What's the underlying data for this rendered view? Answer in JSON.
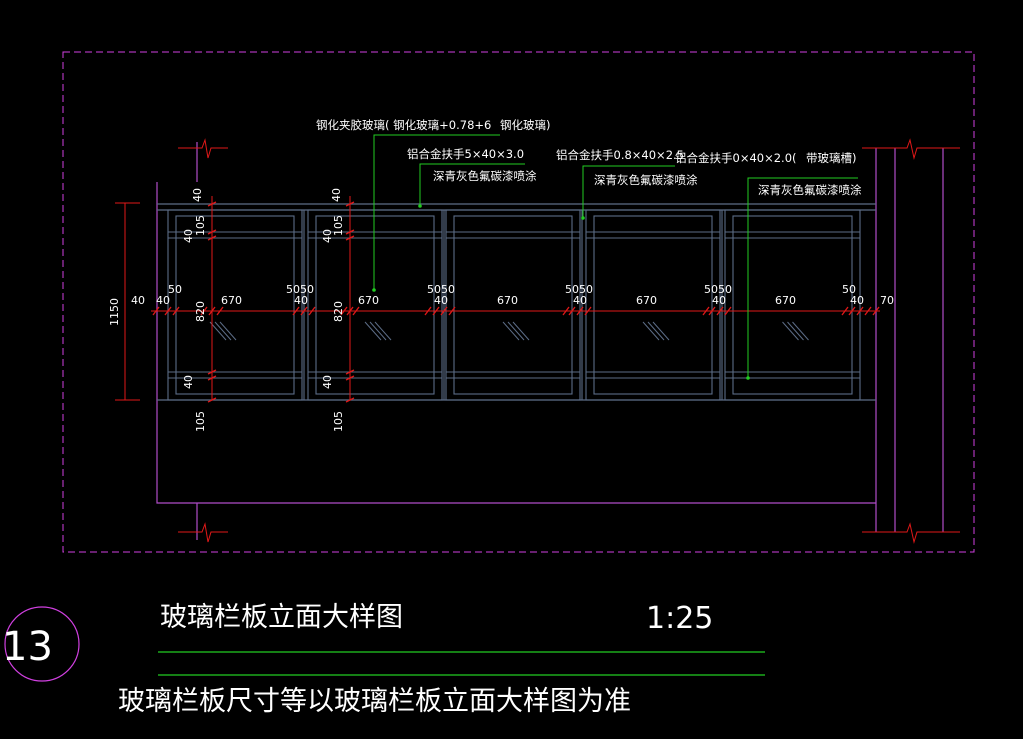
{
  "drawing": {
    "title": "玻璃栏板立面大样图",
    "scale": "1:25",
    "note": "玻璃栏板尺寸等以玻璃栏板立面大样图为准",
    "detail_number": "13"
  },
  "annotations": {
    "glass_1": "钢化夹胶玻璃( 钢化玻璃+0.78+6",
    "glass_2": "钢化玻璃)",
    "handrail_1": "铝合金扶手5×40×3.0",
    "finish_1": "深青灰色氟碳漆喷涂",
    "handrail_2": "铝合金扶手0.8×40×2.5",
    "finish_2": "深青灰色氟碳漆喷涂",
    "handrail_3a": "铝合金扶手0×40×2.0(",
    "handrail_3b": "带玻璃槽)",
    "finish_3": "深青灰色氟碳漆喷涂"
  },
  "dimensions": {
    "total_height": "1150",
    "left_offset": "40",
    "d40": "40",
    "d50": "50",
    "d670": "670",
    "d105": "105",
    "d820": "820",
    "d5050": "5050",
    "d70": "70"
  },
  "colors": {
    "background": "#000000",
    "frame": "#b04cc8",
    "bright_frame": "#d040e0",
    "panel": "#5c6c86",
    "dimension": "#e01818",
    "leader": "#22cc22",
    "text": "#ffffff",
    "title_line": "#22cc22"
  }
}
